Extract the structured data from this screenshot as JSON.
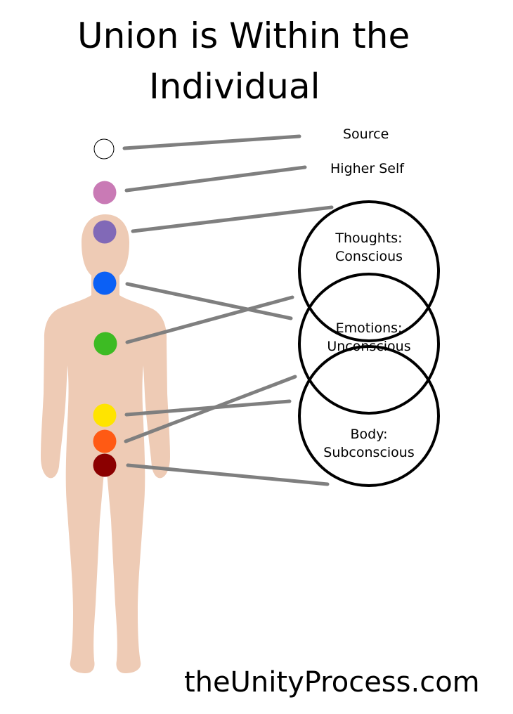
{
  "title": {
    "line1": "Union is Within the",
    "line2": "Individual"
  },
  "labels": {
    "source": "Source",
    "higher_self": "Higher Self",
    "thoughts": "Thoughts:",
    "conscious": "Conscious",
    "emotions": "Emotions:",
    "unconscious": "Unconscious",
    "body": "Body:",
    "subconscious": "Subconscious"
  },
  "footer": "theUnityProcess.com",
  "colors": {
    "skin": "#eecbb5",
    "connector": "#7f7f7f",
    "ring": "#000000",
    "source": "#ffffff",
    "higher_self": "#c97ab5",
    "crown": "#8169b7",
    "throat": "#0b60f5",
    "heart": "#3dbb23",
    "solar_plexus": "#ffe400",
    "sacral": "#ff5a14",
    "root": "#8b0000"
  }
}
